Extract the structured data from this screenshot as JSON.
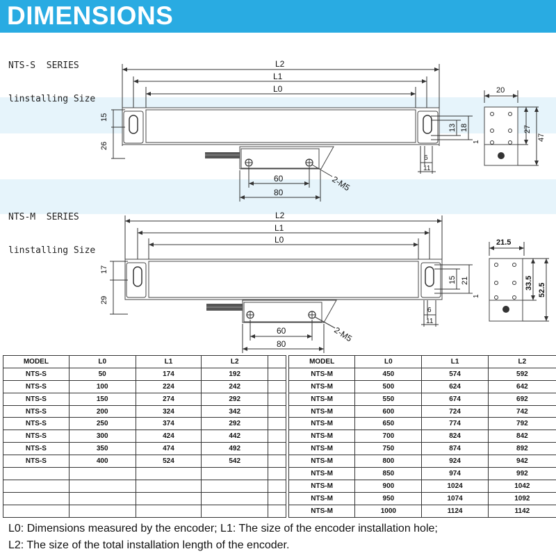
{
  "header": {
    "title": "DIMENSIONS"
  },
  "colors": {
    "header": "#29abe2",
    "band": "#e6f4fb"
  },
  "series_s": {
    "name": "NTS-S  SERIES",
    "subtitle": "linstalling Size",
    "labels": {
      "l2": "L2",
      "l1": "L1",
      "l0": "L0",
      "h_top": "15",
      "h_bottom": "26",
      "w60": "60",
      "w80": "80",
      "screw": "2-M5",
      "side_13": "13",
      "side_18": "18",
      "side_6": "6",
      "side_11": "11",
      "side_1": "1",
      "end_width": "20",
      "end_27": "27",
      "end_47": "47"
    }
  },
  "series_m": {
    "name": "NTS-M  SERIES",
    "subtitle": "linstalling Size",
    "labels": {
      "l2": "L2",
      "l1": "L1",
      "l0": "L0",
      "h_top": "17",
      "h_bottom": "29",
      "w60": "60",
      "w80": "80",
      "screw": "2-M5",
      "side_15": "15",
      "side_21": "21",
      "side_6": "6",
      "side_11": "11",
      "side_1": "1",
      "end_width": "21.5",
      "end_33_5": "33.5",
      "end_52_5": "52.5"
    }
  },
  "table_s": {
    "headers": [
      "MODEL",
      "L0",
      "L1",
      "L2"
    ],
    "rows": [
      [
        "NTS-S",
        "50",
        "174",
        "192"
      ],
      [
        "NTS-S",
        "100",
        "224",
        "242"
      ],
      [
        "NTS-S",
        "150",
        "274",
        "292"
      ],
      [
        "NTS-S",
        "200",
        "324",
        "342"
      ],
      [
        "NTS-S",
        "250",
        "374",
        "292"
      ],
      [
        "NTS-S",
        "300",
        "424",
        "442"
      ],
      [
        "NTS-S",
        "350",
        "474",
        "492"
      ],
      [
        "NTS-S",
        "400",
        "524",
        "542"
      ],
      [
        "",
        "",
        "",
        ""
      ],
      [
        "",
        "",
        "",
        ""
      ],
      [
        "",
        "",
        "",
        ""
      ],
      [
        "",
        "",
        "",
        ""
      ]
    ]
  },
  "table_m": {
    "headers": [
      "MODEL",
      "L0",
      "L1",
      "L2"
    ],
    "rows": [
      [
        "NTS-M",
        "450",
        "574",
        "592"
      ],
      [
        "NTS-M",
        "500",
        "624",
        "642"
      ],
      [
        "NTS-M",
        "550",
        "674",
        "692"
      ],
      [
        "NTS-M",
        "600",
        "724",
        "742"
      ],
      [
        "NTS-M",
        "650",
        "774",
        "792"
      ],
      [
        "NTS-M",
        "700",
        "824",
        "842"
      ],
      [
        "NTS-M",
        "750",
        "874",
        "892"
      ],
      [
        "NTS-M",
        "800",
        "924",
        "942"
      ],
      [
        "NTS-M",
        "850",
        "974",
        "992"
      ],
      [
        "NTS-M",
        "900",
        "1024",
        "1042"
      ],
      [
        "NTS-M",
        "950",
        "1074",
        "1092"
      ],
      [
        "NTS-M",
        "1000",
        "1124",
        "1142"
      ]
    ]
  },
  "notes": {
    "line1": "L0: Dimensions measured by the encoder; L1: The size of the encoder installation hole;",
    "line2": "L2: The size of the total installation length of the encoder."
  }
}
